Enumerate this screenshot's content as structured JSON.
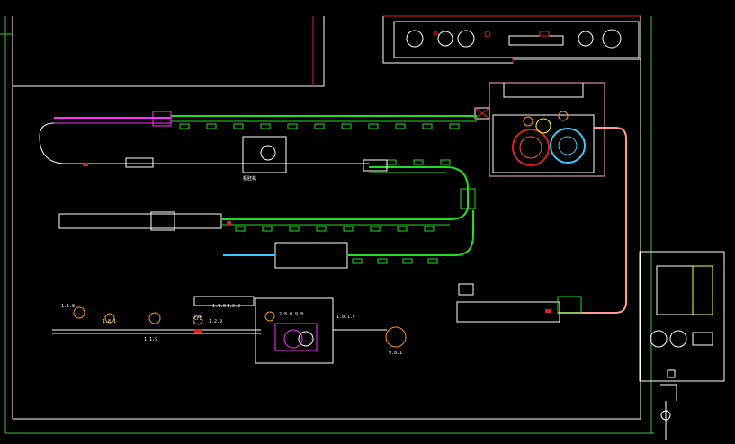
{
  "drawing": {
    "background": "#000000",
    "colors": {
      "wall": "#ffffff",
      "boundary": "#3fbf3f",
      "accent": "#e02020",
      "conveyor": "#22dd22",
      "magenta": "#ff33ff",
      "orange": "#ff9900",
      "cyan": "#33ccff",
      "yellow": "#ffff33"
    },
    "labels": {
      "label_a": "瓶胚机",
      "label_b": "1.1.8",
      "label_c": "1.8.1",
      "label_d": "1.1.9",
      "label_e": "1.1.8",
      "label_f": "CFD",
      "label_g": "1.2.8",
      "label_h": "1.2.9",
      "label_i": "2.8.0.9.8",
      "label_j": "1.0.1.F",
      "label_k": "9.8.1"
    }
  }
}
